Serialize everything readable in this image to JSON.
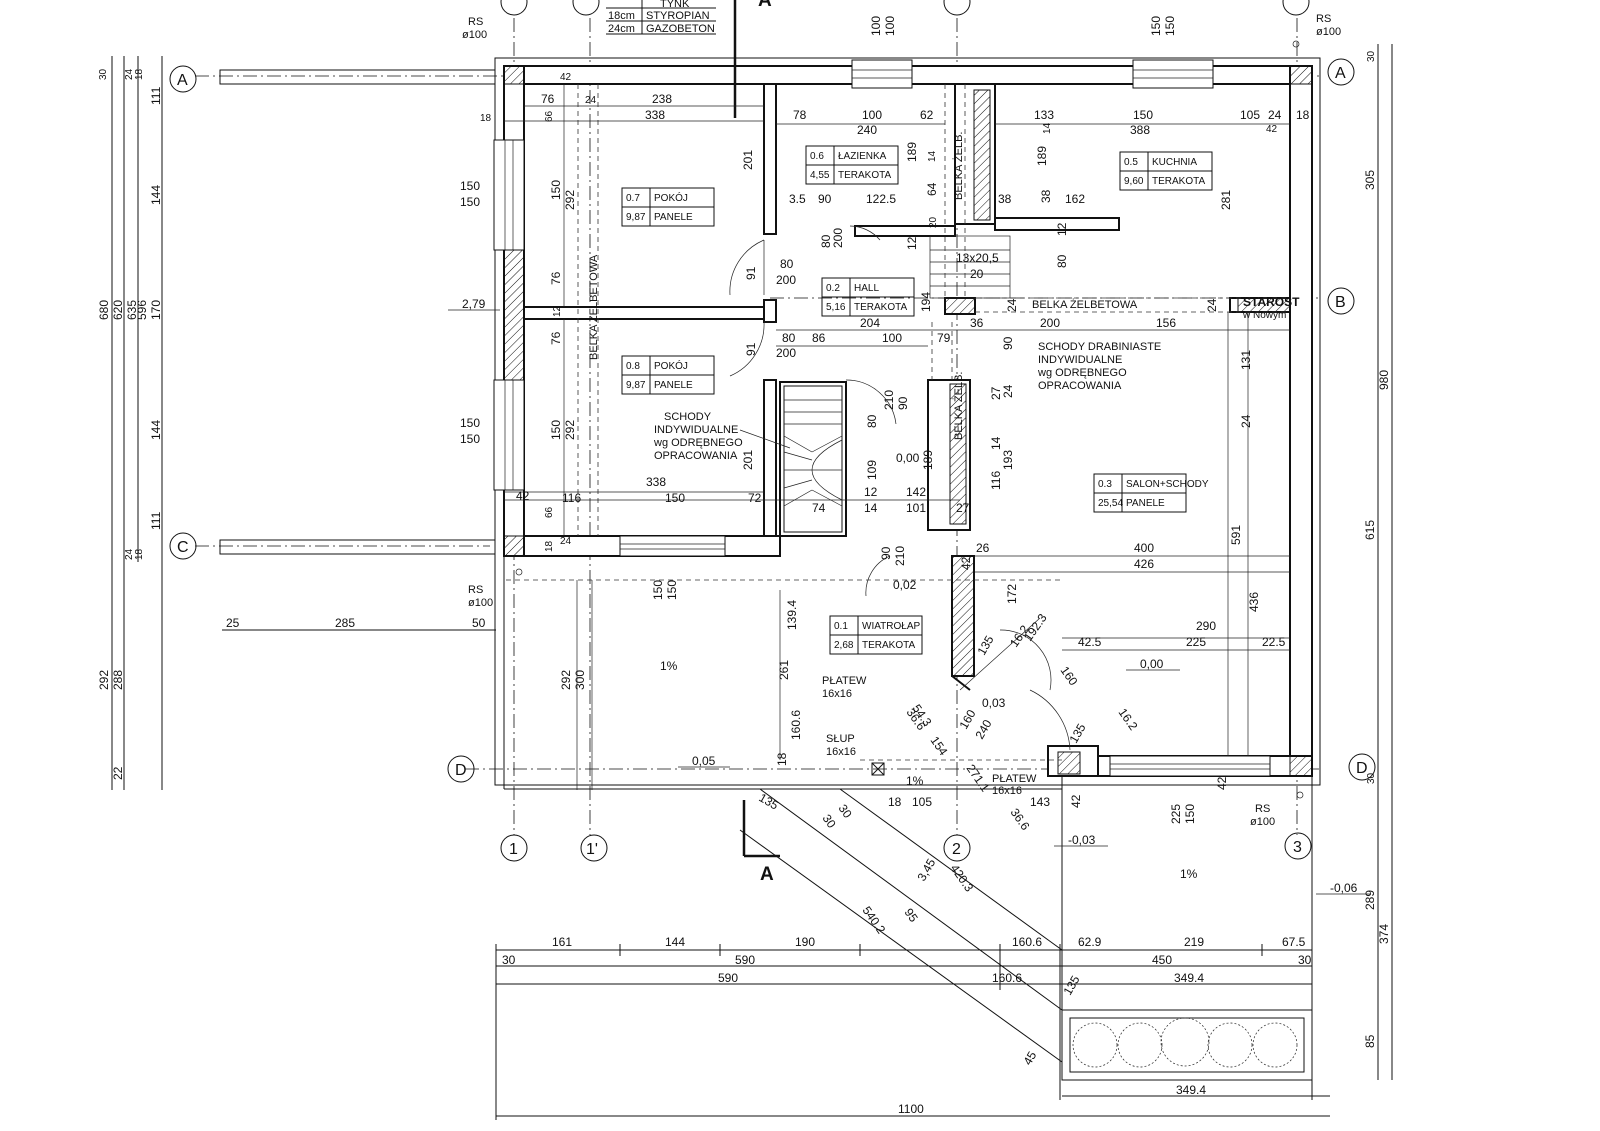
{
  "title_block": {
    "rows": [
      {
        "thk": "",
        "mat": "TYNK"
      },
      {
        "thk": "18cm",
        "mat": "STYROPIAN"
      },
      {
        "thk": "24cm",
        "mat": "GAZOBETON"
      }
    ]
  },
  "section_mark": "A",
  "rs_label": "RS",
  "rs_size": "ø100",
  "axes_rows": [
    "A",
    "B",
    "C",
    "D"
  ],
  "axes_cols": [
    "1",
    "1'",
    "2",
    "3"
  ],
  "rooms": [
    {
      "no": "0.7",
      "name": "POKÓJ",
      "area": "9,87",
      "floor": "PANELE"
    },
    {
      "no": "0.8",
      "name": "POKÓJ",
      "area": "9,87",
      "floor": "PANELE"
    },
    {
      "no": "0.6",
      "name": "ŁAZIENKA",
      "area": "4,55",
      "floor": "TERAKOTA"
    },
    {
      "no": "0.5",
      "name": "KUCHNIA",
      "area": "9,60",
      "floor": "TERAKOTA"
    },
    {
      "no": "0.2",
      "name": "HALL",
      "area": "5,16",
      "floor": "TERAKOTA"
    },
    {
      "no": "0.3",
      "name": "SALON+SCHODY",
      "area": "25,54",
      "floor": "PANELE"
    },
    {
      "no": "0.1",
      "name": "WIATROŁAP",
      "area": "2,68",
      "floor": "TERAKOTA"
    }
  ],
  "notes": {
    "stairs1": [
      "SCHODY",
      "INDYWIDUALNE",
      "wg ODRĘBNEGO",
      "OPRACOWANIA"
    ],
    "stairs2": [
      "SCHODY DRABINIASTE",
      "INDYWIDUALNE",
      "wg ODRĘBNEGO",
      "OPRACOWANIA"
    ],
    "belka_zelbetowa": "BELKA ŻELBETOWA",
    "belka_zelb": "BELKA ŻELB.",
    "platew1": [
      "PŁATEW",
      "16x16"
    ],
    "slup": [
      "SŁUP",
      "16x16"
    ],
    "platew2": [
      "PŁATEW",
      "16x16"
    ],
    "stamp": [
      "STAROST",
      "w Nowym"
    ]
  },
  "levels": [
    "2,79",
    "0,00",
    "0,02",
    "0,03",
    "0,05",
    "0,00",
    "-0,03",
    "-0,06"
  ],
  "slopes": [
    "1%",
    "1%",
    "1%"
  ],
  "dimensions": {
    "bottom_row1": [
      "161",
      "144",
      "190",
      "160.6",
      "62.9",
      "219",
      "67.5"
    ],
    "bottom_row2": [
      "30",
      "590",
      "450",
      "30"
    ],
    "bottom_row3": [
      "590",
      "160.6",
      "349.4"
    ],
    "bottom_total": "1100",
    "bottom_planter": "349.4",
    "left": [
      "680",
      "620",
      "635",
      "596",
      "30",
      "24",
      "18",
      "111",
      "144",
      "170",
      "144",
      "111",
      "18",
      "24",
      "292",
      "288",
      "22"
    ],
    "right": [
      "305",
      "980",
      "615",
      "30",
      "289",
      "374",
      "85"
    ],
    "left_outer": [
      "25",
      "285",
      "50"
    ],
    "misc": [
      "238",
      "338",
      "76",
      "24",
      "18",
      "24",
      "42",
      "66",
      "78",
      "100",
      "240",
      "62",
      "91",
      "133",
      "150",
      "388",
      "105",
      "24",
      "18",
      "42",
      "12",
      "150",
      "292",
      "150",
      "201",
      "189",
      "14",
      "3.5",
      "90",
      "122.5",
      "64",
      "20",
      "38",
      "38",
      "162",
      "281",
      "80",
      "200",
      "12",
      "80",
      "12",
      "13x20,5",
      "20",
      "194",
      "24",
      "204",
      "200",
      "156",
      "86",
      "100",
      "79",
      "36",
      "90",
      "131",
      "24",
      "76",
      "150",
      "12",
      "292",
      "150",
      "80",
      "91",
      "12",
      "80",
      "200",
      "210",
      "90",
      "80",
      "109",
      "189",
      "27",
      "24",
      "14",
      "193",
      "116",
      "12",
      "142",
      "338",
      "116",
      "150",
      "72",
      "74",
      "14",
      "101",
      "27",
      "42",
      "24",
      "66",
      "18",
      "24",
      "150",
      "150",
      "400",
      "426",
      "26",
      "42",
      "591",
      "436",
      "172",
      "192.3",
      "16.2",
      "42.5",
      "290",
      "225",
      "22.5",
      "160",
      "16.2",
      "135",
      "135",
      "139.4",
      "261",
      "160.6",
      "18",
      "36.6",
      "54.3",
      "154",
      "160",
      "240",
      "271.1",
      "36.6",
      "18",
      "105",
      "143",
      "42",
      "225",
      "150",
      "30",
      "30",
      "420.3",
      "540.2",
      "95",
      "30",
      "30",
      "3,45",
      "135",
      "45"
    ]
  },
  "dim_labels": {
    "d238": "238",
    "d338": "338",
    "d76": "76",
    "d24": "24",
    "d18": "18",
    "d42": "42",
    "d66": "66",
    "d78": "78",
    "d100": "100",
    "d240": "240",
    "d62": "62",
    "d133": "133",
    "d150": "150",
    "d388": "388",
    "d105": "105",
    "d201": "201",
    "d189": "189",
    "d14": "14",
    "d35": "3.5",
    "d90": "90",
    "d1225": "122.5",
    "d64": "64",
    "d20": "20",
    "d38": "38",
    "d162": "162",
    "d281": "281",
    "d80": "80",
    "d200": "200",
    "d12": "12",
    "d13x": "13x20,5",
    "d194": "194",
    "d204": "204",
    "d156": "156",
    "d86": "86",
    "d79": "79",
    "d36": "36",
    "d131": "131",
    "d292": "292",
    "d91": "91",
    "d210": "210",
    "d109": "109",
    "d27": "27",
    "d193": "193",
    "d116": "116",
    "d142": "142",
    "d72": "72",
    "d74": "74",
    "d101": "101",
    "d400": "400",
    "d426": "426",
    "d26": "26",
    "d591": "591",
    "d436": "436",
    "d172": "172",
    "d1923": "192.3",
    "d162b": "16.2",
    "d425": "42.5",
    "d290": "290",
    "d225": "225",
    "d225b": "22.5",
    "d160": "160",
    "d1394": "139.4",
    "d261": "261",
    "d1606": "160.6",
    "d543": "54.3",
    "d154": "154",
    "d2711": "271.1",
    "d366": "36.6",
    "d143": "143",
    "d4203": "420.3",
    "d5402": "540.2",
    "d95": "95",
    "d345": "3,45",
    "d135": "135",
    "d45": "45",
    "b161": "161",
    "b144": "144",
    "b190": "190",
    "b1606": "160.6",
    "b629": "62.9",
    "b219": "219",
    "b675": "67.5",
    "b30": "30",
    "b590": "590",
    "b450": "450",
    "b3494": "349.4",
    "b1100": "1100",
    "l680": "680",
    "l620": "620",
    "l635": "635",
    "l596": "596",
    "l111": "111",
    "l144": "144",
    "l170": "170",
    "l292": "292",
    "l288": "288",
    "l22": "22",
    "l30": "30",
    "l24": "24",
    "l18": "18",
    "l25": "25",
    "l285": "285",
    "l50": "50",
    "r305": "305",
    "r980": "980",
    "r615": "615",
    "r289": "289",
    "r374": "374",
    "r85": "85",
    "r30": "30",
    "top100": "100",
    "top150": "150",
    "d150150": "150",
    "d300": "300"
  }
}
